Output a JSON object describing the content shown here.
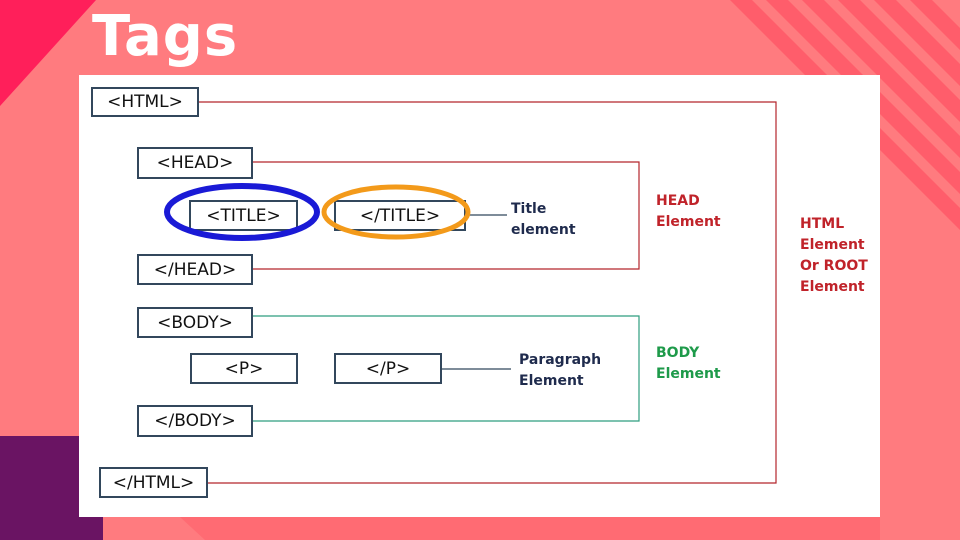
{
  "slide": {
    "title": "Tags"
  },
  "colors": {
    "background": "#ff7b7f",
    "accent_pink": "#ff1f5a",
    "accent_purple": "#6a1463",
    "head_line": "#b3262c",
    "body_line": "#2f9e7f",
    "tag_border": "#32475c",
    "highlight_blue": "#1a1ad6",
    "highlight_orange": "#f39a1a"
  },
  "diagram": {
    "tags": {
      "html_open": "<HTML>",
      "head_open": "<HEAD>",
      "title_open": "<TITLE>",
      "title_close": "</TITLE>",
      "head_close": "</HEAD>",
      "body_open": "<BODY>",
      "p_open": "<P>",
      "p_close": "</P>",
      "body_close": "</BODY>",
      "html_close": "</HTML>"
    },
    "labels": {
      "title_element": "Title\nelement",
      "paragraph_element": "Paragraph\nElement",
      "head_element": "HEAD\nElement",
      "body_element": "BODY\nElement",
      "html_element": "HTML\nElement\nOr ROOT\nElement"
    },
    "highlights": [
      {
        "target": "title_open",
        "color": "blue"
      },
      {
        "target": "title_close",
        "color": "orange"
      }
    ]
  }
}
